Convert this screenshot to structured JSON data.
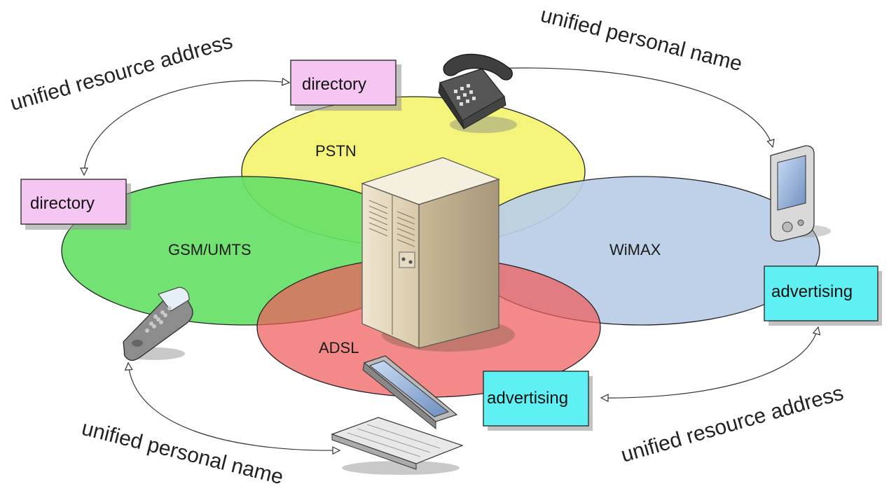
{
  "networks": {
    "pstn": "PSTN",
    "gsm": "GSM/UMTS",
    "wimax": "WiMAX",
    "adsl": "ADSL"
  },
  "boxes": {
    "directory_top": "directory",
    "directory_left": "directory",
    "advertising_right": "advertising",
    "advertising_bottom": "advertising"
  },
  "links": {
    "top_left": "unified resource address",
    "top_right": "unified personal name",
    "bottom_left": "unified personal name",
    "bottom_right": "unified resource address"
  },
  "devices": {
    "center": "server-tower-icon",
    "phone": "desk-telephone-icon",
    "pda": "pda-device-icon",
    "mobile": "mobile-phone-icon",
    "laptop": "laptop-icon"
  },
  "colors": {
    "pstn": "#f4f47a",
    "gsm": "#66e066",
    "wimax": "#b9cde6",
    "adsl": "#f47a7a",
    "directory_box": "#f5c6f2",
    "advertising_box": "#5ff0f3"
  }
}
